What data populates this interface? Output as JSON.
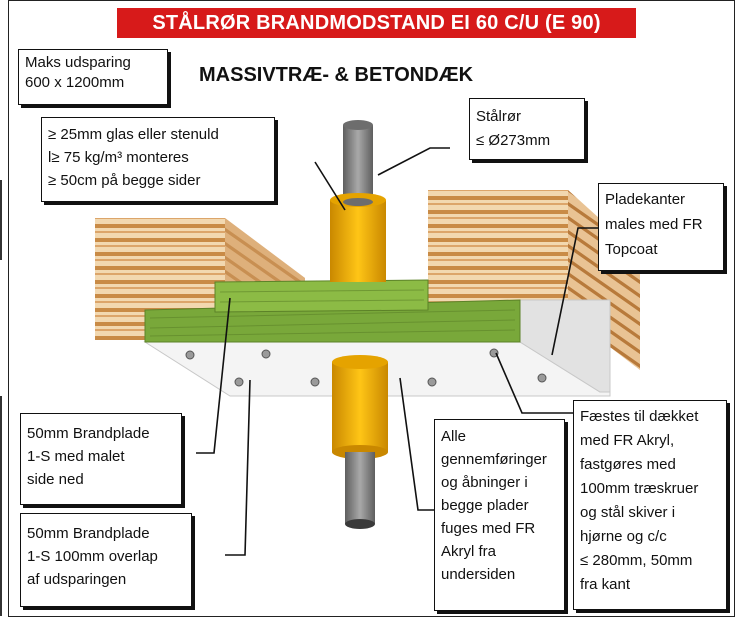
{
  "header": {
    "title": "STÅLRØR BRANDMODSTAND EI 60 C/U (E 90)"
  },
  "subtitle": "MASSIVTRÆ- & BETONDÆK",
  "labels": {
    "opening_line1": "Maks udsparing",
    "opening_line2": "600 x 1200mm",
    "insulation_line1": "≥ 25mm glas eller stenuld",
    "insulation_line2": "l≥ 75 kg/m³  monteres",
    "insulation_line3": "≥ 50cm på begge sider",
    "pipe_line1": "Stålrør",
    "pipe_line2": "≤ Ø273mm",
    "edges_line1": "Pladekanter",
    "edges_line2": "males med FR",
    "edges_line3": "Topcoat",
    "board1_line1": "50mm Brandplade",
    "board1_line2": "1-S   med   malet",
    "board1_line3": "side  ned",
    "board2_line1": "50mm Brandplade",
    "board2_line2": "1-S 100mm overlap",
    "board2_line3": "af udsparingen",
    "seal_line1": "Alle",
    "seal_line2": "gennemføringer",
    "seal_line3": "og åbninger i",
    "seal_line4": "begge plader",
    "seal_line5": "fuges med FR",
    "seal_line6": "Akryl fra",
    "seal_line7": "undersiden",
    "fix_line1": "Fæstes til dækket",
    "fix_line2": "med FR Akryl,",
    "fix_line3": "fastgøres med",
    "fix_line4": "100mm træskruer",
    "fix_line5": "og stål skiver i",
    "fix_line6": "hjørne og c/c",
    "fix_line7": "≤ 280mm, 50mm",
    "fix_line8": "fra kant"
  },
  "colors": {
    "title_red": "#d71a1a",
    "wood_light": "#f2d8b0",
    "wood_dark": "#c98b46",
    "board_green": "#79a83a",
    "insulation_yellow": "#f0b400",
    "pipe_grey": "#8a8a8a",
    "steel_board": "#f4f4f4"
  }
}
